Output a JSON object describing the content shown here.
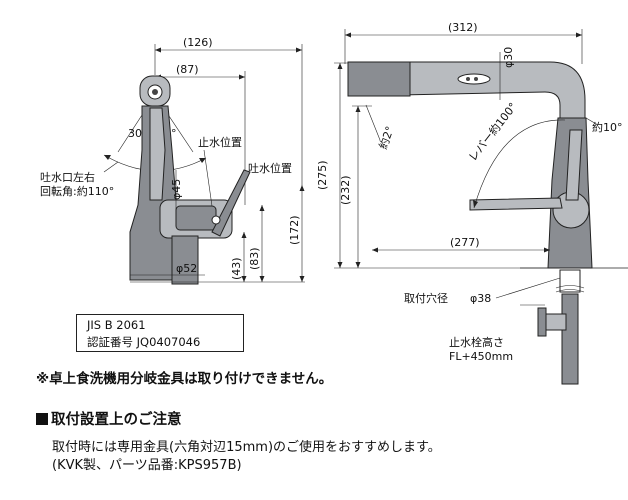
{
  "left_view": {
    "dims": {
      "width_126": "(126)",
      "width_87": "(87)",
      "angle_left": "30°",
      "angle_right": "30°",
      "dia_45": "φ45",
      "dia_52": "φ52",
      "h_43": "(43)",
      "h_83": "(83)",
      "h_172": "(172)"
    },
    "labels": {
      "spout_rotation": [
        "吐水口左右",
        "回転角:約110°"
      ],
      "stop_position_1": "止水位置",
      "stop_position_2": "吐水位置"
    }
  },
  "right_view": {
    "dims": {
      "width_312": "(312)",
      "dia_30": "φ30",
      "angle_10": "約10°",
      "angle_2": "約2°",
      "lever_100": "レバー約100°",
      "h_275": "(275)",
      "h_232": "(232)",
      "width_277": "(277)"
    },
    "labels": {
      "mount_hole": "取付穴径",
      "mount_hole_value": "φ38",
      "valve_height": [
        "止水栓高さ",
        "FL+450mm"
      ]
    }
  },
  "standard_box": {
    "line1": "JIS  B  2061",
    "line2": "認証番号    JQ0407046"
  },
  "notes": {
    "warning": "※卓上食洗機用分岐金具は取り付けできません。"
  },
  "install_section": {
    "title": "取付設置上のご注意",
    "line1": "取付時には専用金具(六角対辺15mm)のご使用をおすすめします。",
    "line2": "(KVK製、パーツ品番:KPS957B)"
  }
}
